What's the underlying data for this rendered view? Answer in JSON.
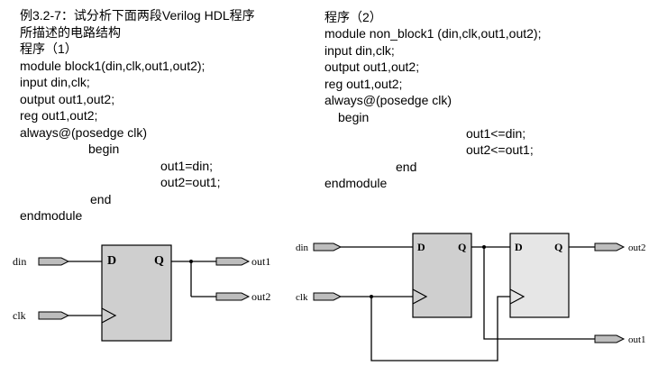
{
  "left": {
    "title_line1": "例3.2-7：试分析下面两段Verilog HDL程序",
    "title_line2": "所描述的电路结构",
    "prog_label": "程序（1）",
    "code": [
      "module block1(din,clk,out1,out2);",
      "input din,clk;",
      "output out1,out2;",
      "reg out1,out2;",
      "always@(posedge clk)",
      "begin",
      "out1=din;",
      "out2=out1;",
      "end",
      "endmodule"
    ]
  },
  "right": {
    "prog_label": "程序（2）",
    "code": [
      "module non_block1 (din,clk,out1,out2);",
      "input din,clk;",
      "output out1,out2;",
      "reg out1,out2;",
      "always@(posedge clk)",
      "begin",
      "out1<=din;",
      "out2<=out1;",
      "end",
      "endmodule"
    ]
  },
  "circuit1": {
    "in_din": "din",
    "in_clk": "clk",
    "ff_d": "D",
    "ff_q": "Q",
    "out1": "out1",
    "out2": "out2"
  },
  "circuit2": {
    "in_din": "din",
    "in_clk": "clk",
    "ff1_d": "D",
    "ff1_q": "Q",
    "ff2_d": "D",
    "ff2_q": "Q",
    "out1": "out1",
    "out2": "out2"
  },
  "colors": {
    "ff1_fill": "#cfcfcf",
    "ff2_fill": "#e6e6e6",
    "port_fill": "#bdbdbd",
    "wire": "#000000"
  }
}
